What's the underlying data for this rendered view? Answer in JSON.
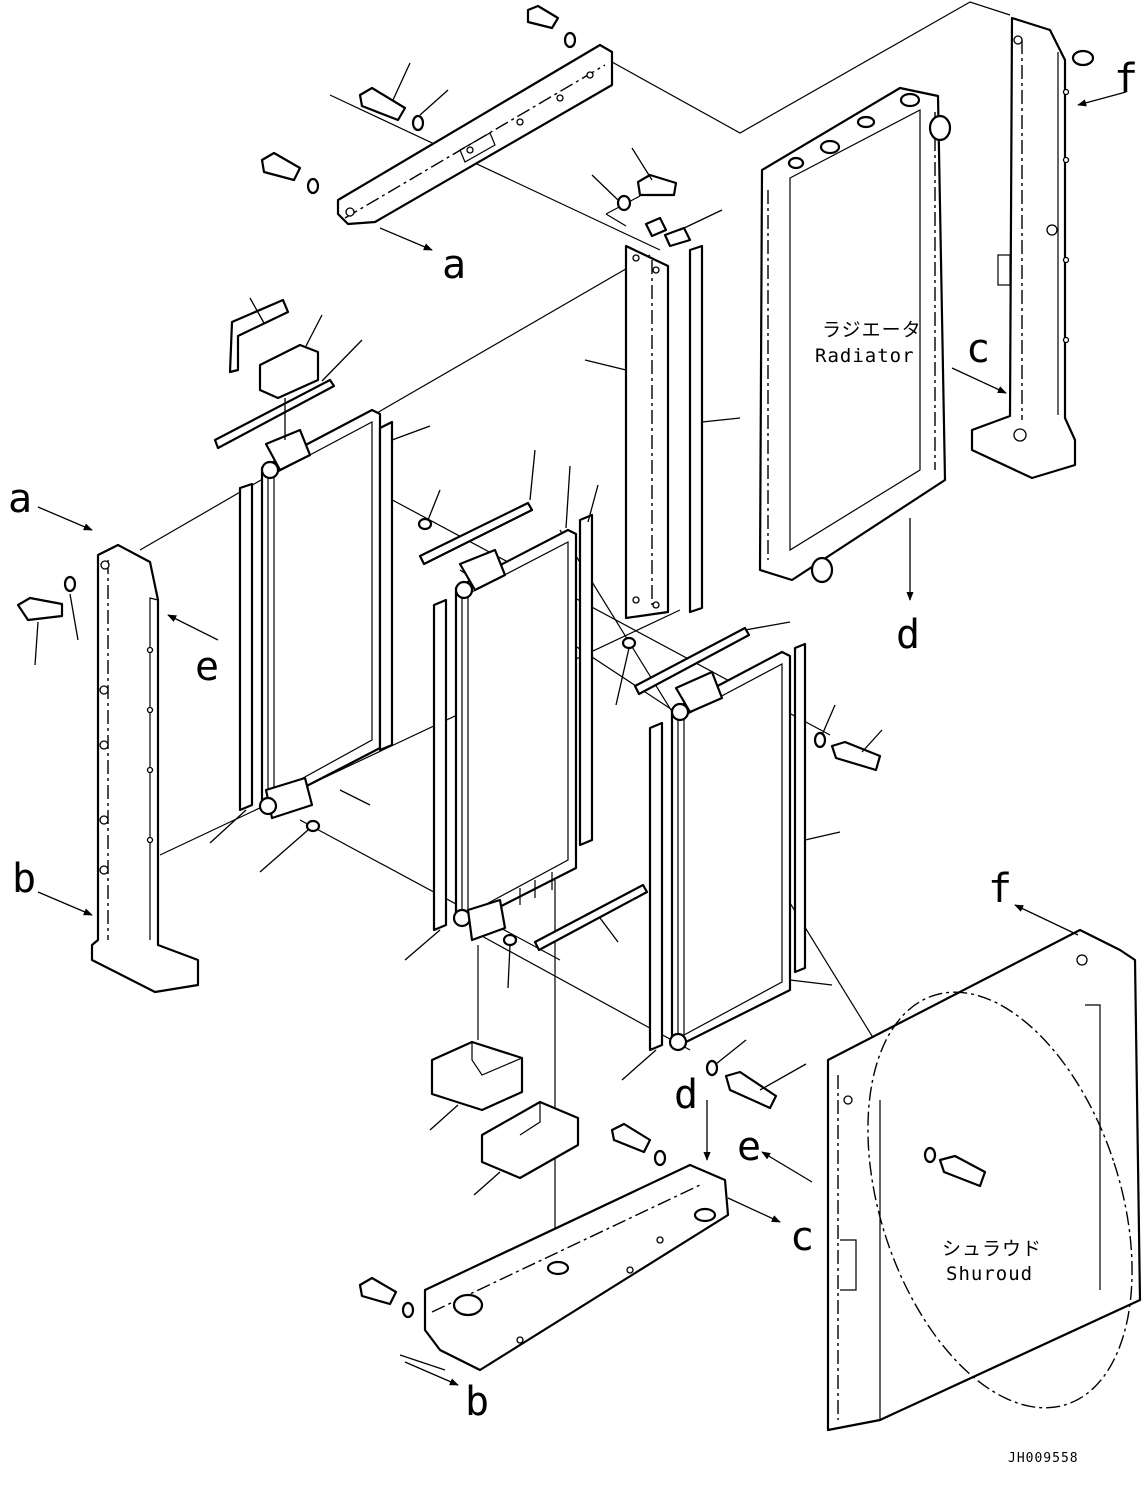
{
  "labels": {
    "radiator_jp": "ラジエータ",
    "radiator_en": "Radiator",
    "shroud_jp": "シュラウド",
    "shroud_en": "Shuroud",
    "a": "a",
    "b": "b",
    "c": "c",
    "d": "d",
    "e": "e",
    "f": "f",
    "drawing_code": "JH009558"
  }
}
